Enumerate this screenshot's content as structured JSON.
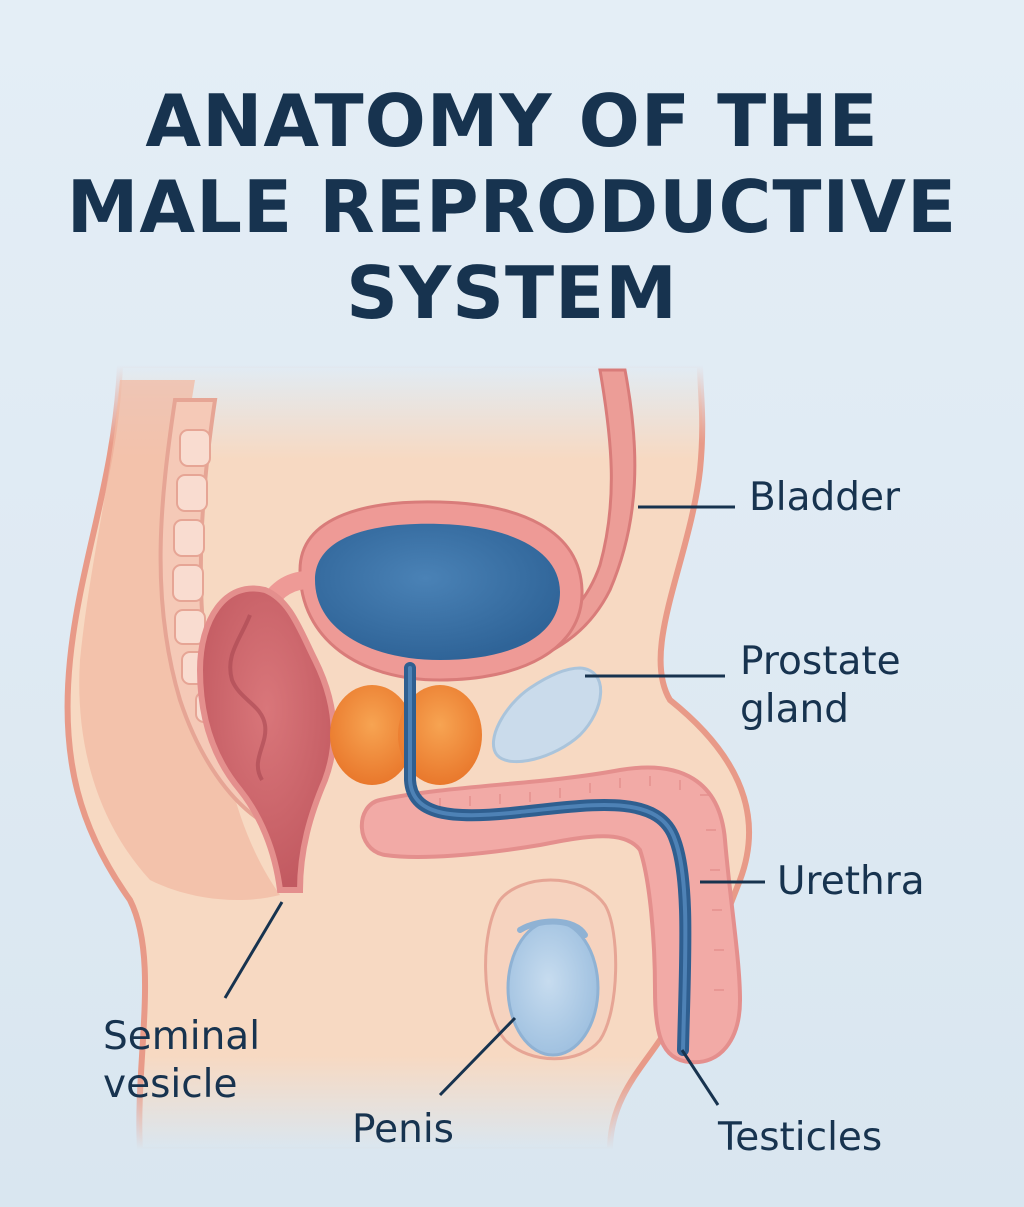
{
  "title": {
    "line1": "ANATOMY OF THE",
    "line2": "MALE REPRODUCTIVE",
    "line3": "SYSTEM"
  },
  "labels": {
    "bladder": "Bladder",
    "prostate_line1": "Prostate",
    "prostate_line2": "gland",
    "urethra": "Urethra",
    "seminal_line1": "Seminal",
    "seminal_line2": "vesicle",
    "penis": "Penis",
    "testicles": "Testicles"
  },
  "colors": {
    "title": "#17334f",
    "skin": "#f7d9c2",
    "skin_edge": "#e89a88",
    "tissue_pink": "#e98e8c",
    "bladder_fill": "#3b72a6",
    "prostate_orange": "#f08a3a",
    "urethra_blue": "#3a6a9a",
    "pale_blue": "#b9d3ea",
    "rectum": "#cf6a6f"
  }
}
